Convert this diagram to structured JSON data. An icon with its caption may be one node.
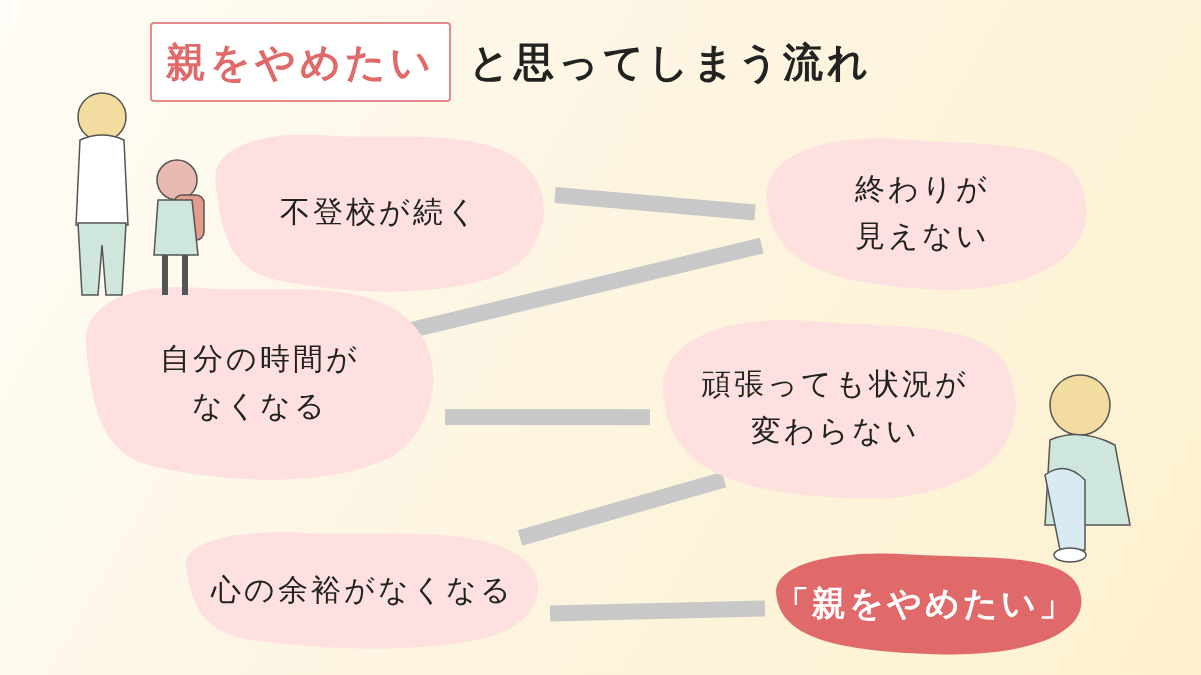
{
  "diagram": {
    "title": "**親をやめたい**と思ってしまう流れ",
    "nodes": [
      {
        "text": [
          "不登校が続く"
        ]
      },
      {
        "text": [
          "終わりが見えない"
        ]
      },
      {
        "text": [
          "自分の時間がなくなる"
        ]
      },
      {
        "text": [
          "頑張っても状況が変わらない"
        ]
      },
      {
        "text": [
          "心の余裕がなくなる"
        ]
      },
      {
        "text": [
          "「親をやめたい」"
        ]
      }
    ],
    "edges": [
      {
        "from": 0,
        "to": 1,
        "arrow": "none"
      },
      {
        "from": 1,
        "to": 2,
        "arrow": "none"
      },
      {
        "from": 2,
        "to": 3,
        "arrow": "none"
      },
      {
        "from": 3,
        "to": 4,
        "arrow": "none"
      },
      {
        "from": 4,
        "to": 5,
        "arrow": "none"
      }
    ]
  }
}
